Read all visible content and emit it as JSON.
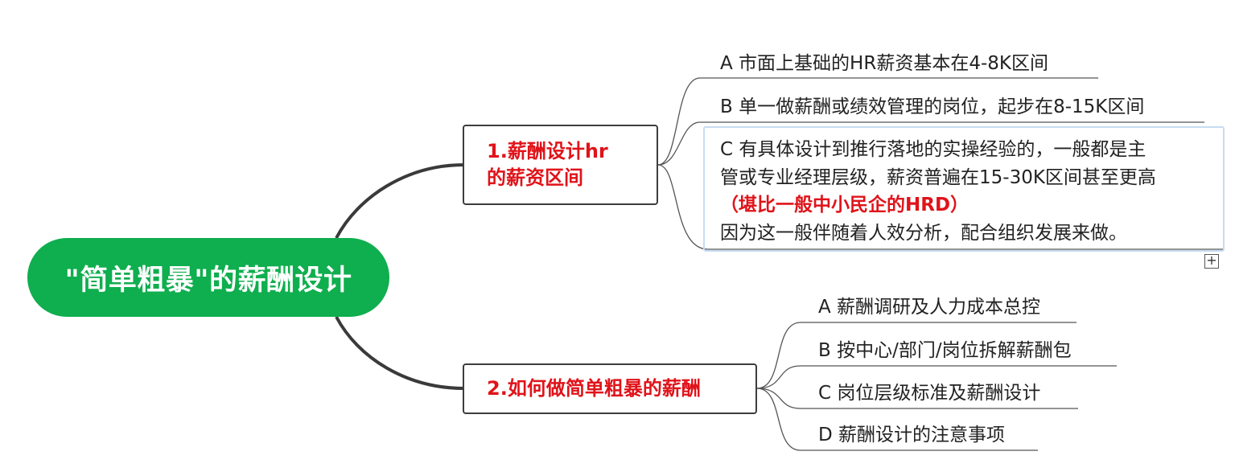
{
  "colors": {
    "root_fill": "#0fae4e",
    "branch_text": "#e0131a",
    "line": "#555555",
    "main_line": "#3a3a3a",
    "accent": "#e0131a"
  },
  "root": {
    "label": "\"简单粗暴\"的薪酬设计"
  },
  "branches": [
    {
      "label_lines": [
        "1.薪酬设计hr",
        "的薪资区间"
      ],
      "children": [
        {
          "label": "A 市面上基础的HR薪资基本在4-8K区间"
        },
        {
          "label": "B 单一做薪酬或绩效管理的岗位，起步在8-15K区间"
        },
        {
          "lines": [
            "C 有具体设计到推行落地的实操经验的，一般都是主",
            "管或专业经理层级，薪资普遍在15-30K区间甚至更高",
            "（堪比一般中小民企的HRD）",
            "因为这一般伴随着人效分析，配合组织发展来做。"
          ]
        }
      ]
    },
    {
      "label": "2.如何做简单粗暴的薪酬",
      "children": [
        {
          "label": "A 薪酬调研及人力成本总控"
        },
        {
          "label": "B 按中心/部门/岗位拆解薪酬包"
        },
        {
          "label": "C 岗位层级标准及薪酬设计"
        },
        {
          "label": "D 薪酬设计的注意事项"
        }
      ]
    }
  ],
  "expand_icon": {
    "name": "plus-square-icon",
    "glyph": "+"
  }
}
